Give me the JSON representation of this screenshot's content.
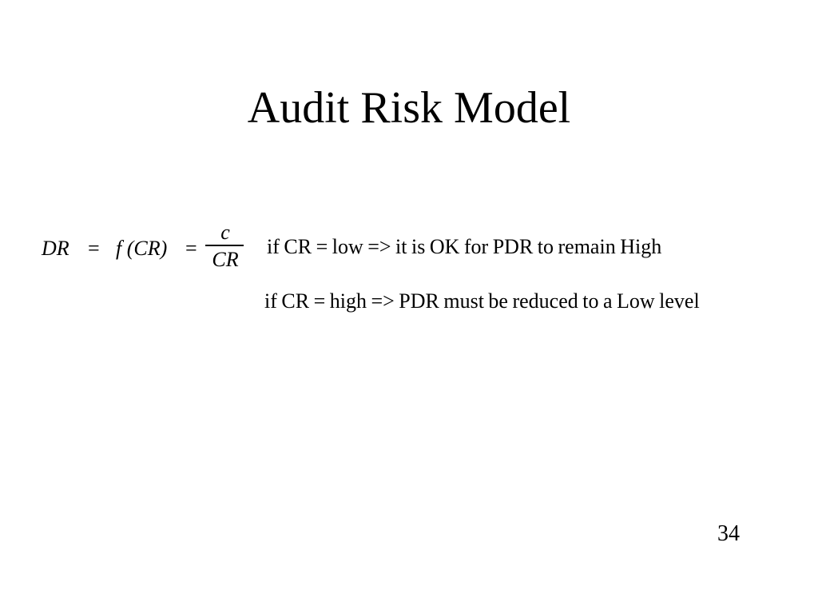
{
  "slide": {
    "title": "Audit Risk Model",
    "formula": {
      "lhs": "DR",
      "equals": "=",
      "function": "f (CR)",
      "numerator": "c",
      "denominator": "CR"
    },
    "conditions": [
      "if CR = low  => it is OK for PDR to remain High",
      "if CR = high  => PDR must be reduced to a Low level"
    ],
    "page_number": "34"
  }
}
